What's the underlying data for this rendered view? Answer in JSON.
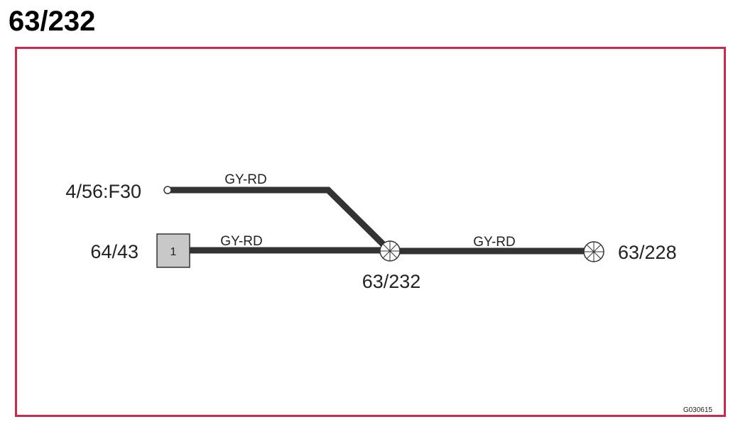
{
  "title": "63/232",
  "frame_color": "#cc2a4a",
  "wire_color": "#333333",
  "terminals": {
    "left_top": "4/56:F30",
    "left_bottom": "64/43",
    "connector_pin": "1",
    "splice_center": "63/232",
    "splice_right": "63/228"
  },
  "wires": {
    "upper": "GY-RD",
    "lower": "GY-RD",
    "right": "GY-RD"
  },
  "figure_id": "G030615"
}
